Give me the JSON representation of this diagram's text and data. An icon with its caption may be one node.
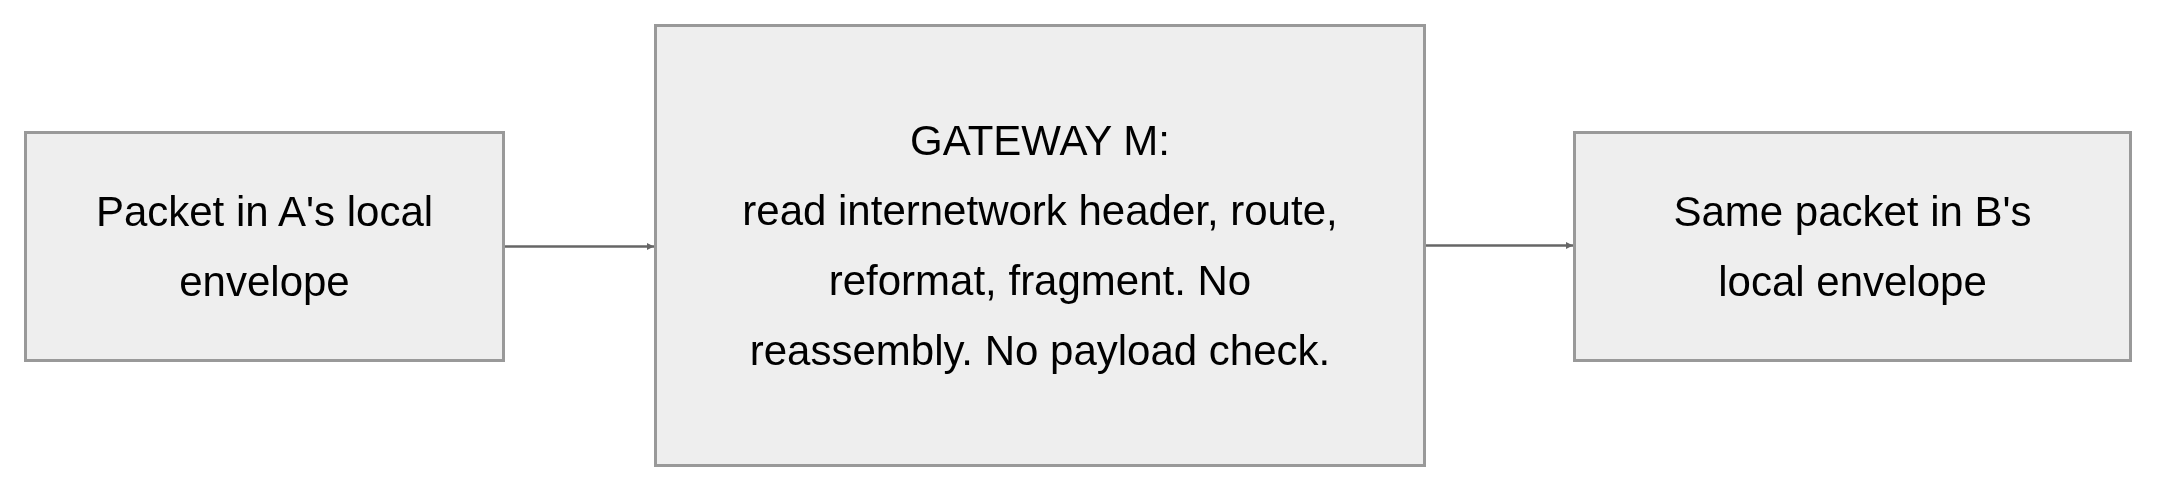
{
  "diagram": {
    "nodes": [
      {
        "text": [
          "Packet in A's local envelope"
        ]
      },
      {
        "text": [
          "GATEWAY M:",
          "read internetwork header, route, reformat, fragment. No reassembly. No payload check."
        ]
      },
      {
        "text": [
          "Same packet in B's local envelope"
        ]
      }
    ],
    "edges": [
      {
        "from": 0,
        "to": 1,
        "arrow": "to"
      },
      {
        "from": 1,
        "to": 2,
        "arrow": "to"
      }
    ]
  }
}
